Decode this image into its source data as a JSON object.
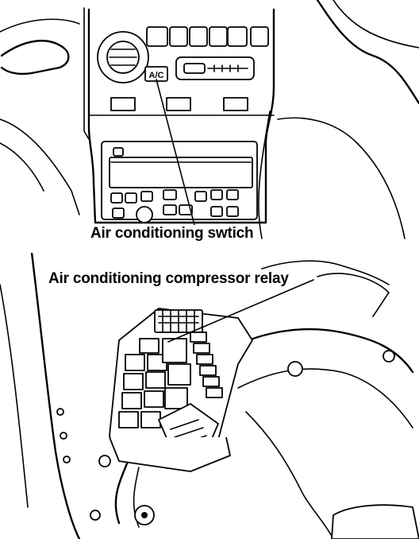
{
  "labels": {
    "ac_switch": "Air conditioning swtich",
    "compressor_relay": "Air conditioning compressor relay",
    "ac_button_text": "A/C"
  },
  "colors": {
    "line": "#000000",
    "background": "#ffffff"
  },
  "icons": {
    "top_view": "dashboard-center-console",
    "bottom_view": "engine-bay-relay-box"
  }
}
